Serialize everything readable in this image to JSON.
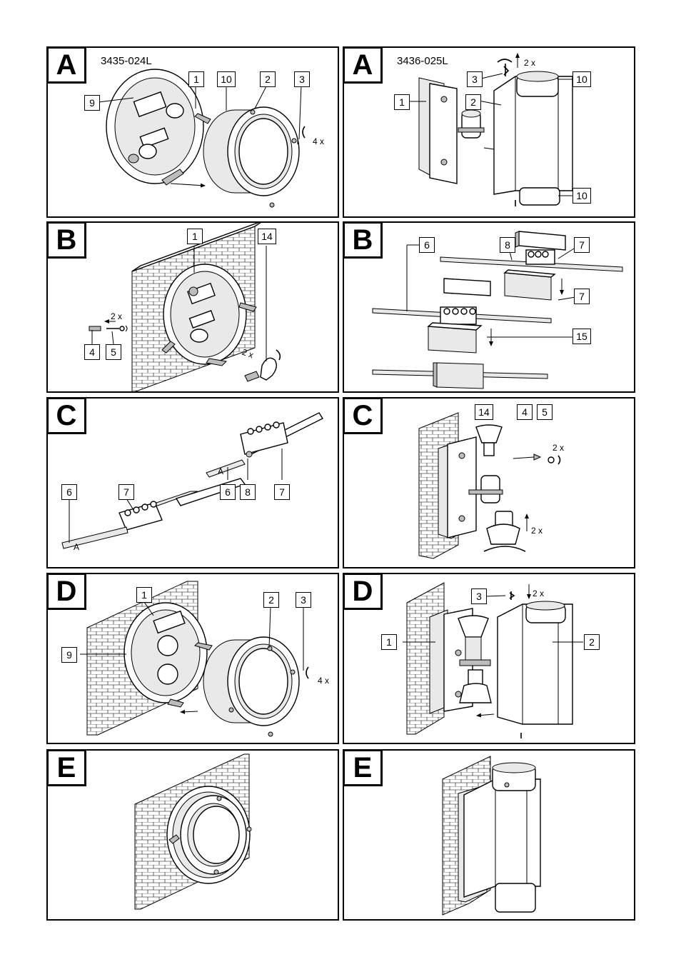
{
  "panels": {
    "a_left": {
      "step": "A",
      "model": "3435-024L",
      "callouts": [
        "9",
        "1",
        "10",
        "2",
        "3"
      ],
      "qty": "4 x"
    },
    "a_right": {
      "step": "A",
      "model": "3436-025L",
      "callouts": [
        "3",
        "1",
        "2",
        "10",
        "10"
      ],
      "qty": "2 x"
    },
    "b_left": {
      "step": "B",
      "callouts": [
        "1",
        "14",
        "4",
        "5"
      ],
      "qty1": "2 x",
      "qty2": "2 x"
    },
    "b_right": {
      "step": "B",
      "callouts": [
        "6",
        "8",
        "7",
        "7",
        "15"
      ]
    },
    "c_left": {
      "step": "C",
      "callouts": [
        "6",
        "7",
        "6",
        "8",
        "7"
      ]
    },
    "c_right": {
      "step": "C",
      "callouts": [
        "14",
        "4",
        "5"
      ],
      "qty1": "2 x",
      "qty2": "2 x"
    },
    "d_left": {
      "step": "D",
      "callouts": [
        "1",
        "9",
        "2",
        "3"
      ],
      "qty": "4 x"
    },
    "d_right": {
      "step": "D",
      "callouts": [
        "3",
        "1",
        "2"
      ],
      "qty": "2 x"
    },
    "e_left": {
      "step": "E"
    },
    "e_right": {
      "step": "E"
    }
  }
}
